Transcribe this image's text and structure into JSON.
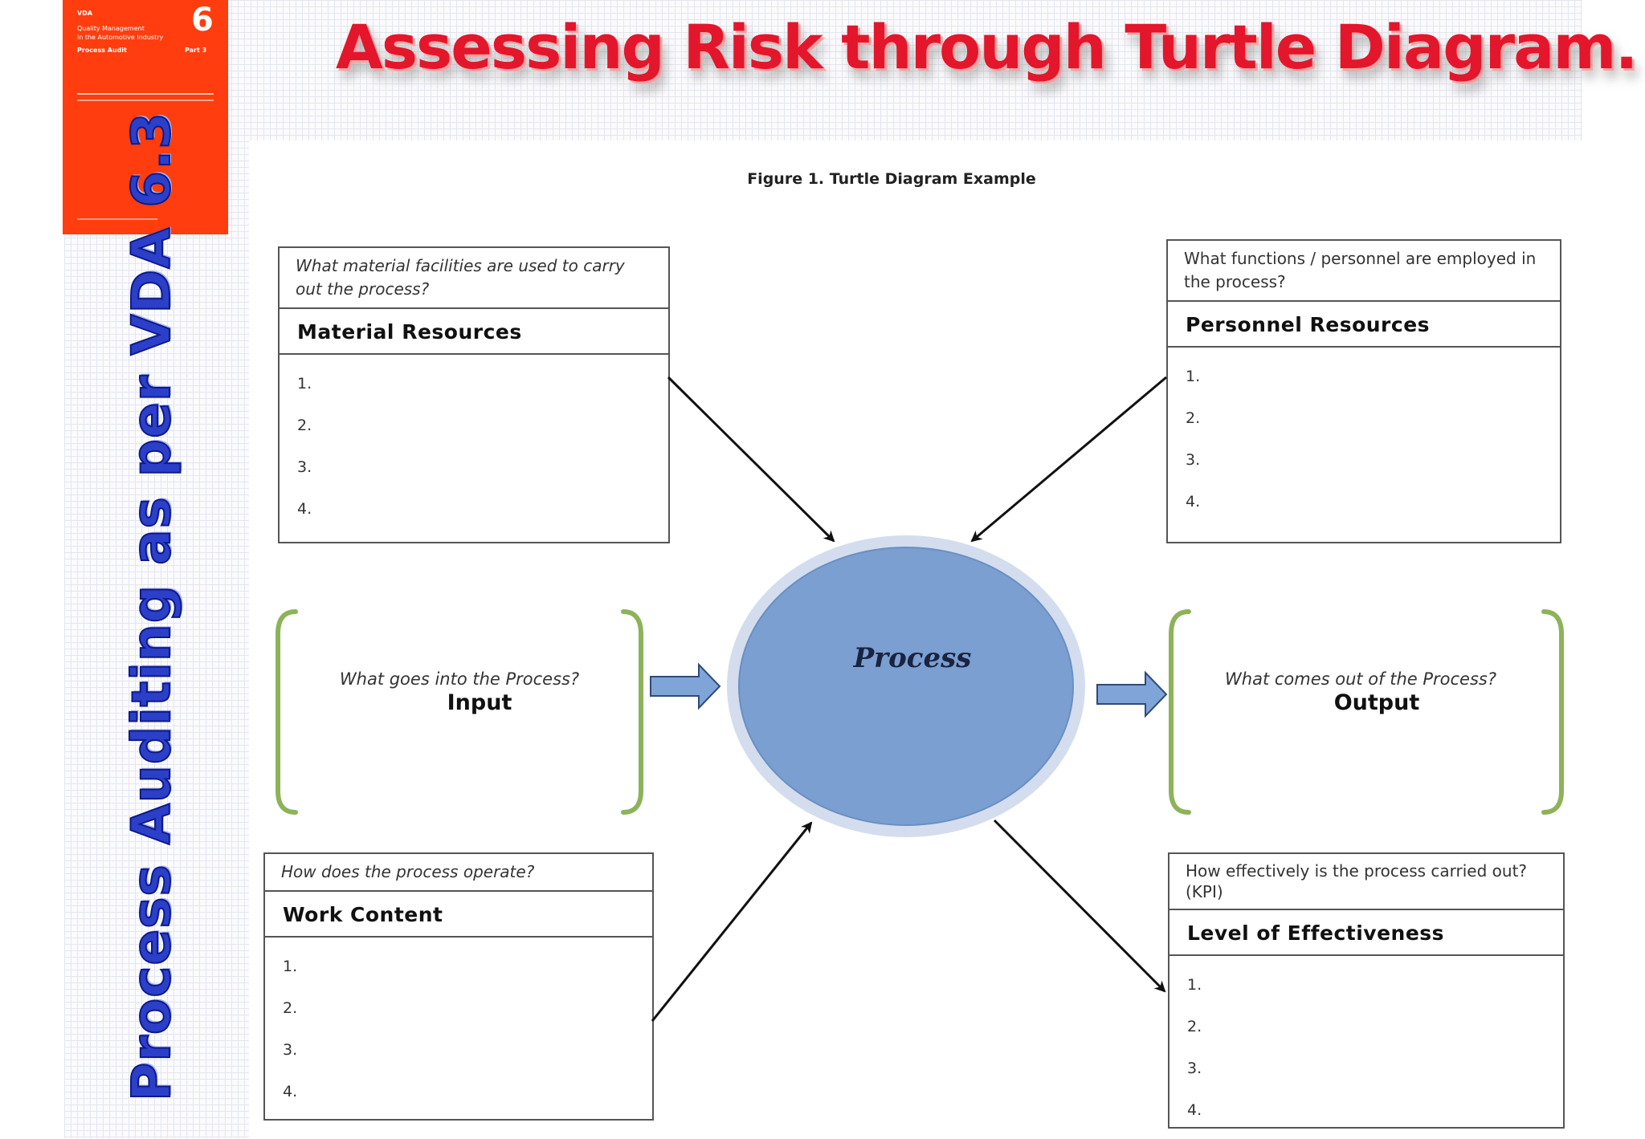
{
  "title": "Assessing Risk through Turtle Diagram.",
  "side_title": "Process Auditing as per  VDA 6.3",
  "cover": {
    "tag": "VDA",
    "number": "6",
    "title_line1": "Quality Management",
    "title_line2": "in the Automotive Industry",
    "subtitle": "Process Audit",
    "part": "Part 3"
  },
  "figure_caption": "Figure 1. Turtle Diagram Example",
  "center": {
    "label": "Process"
  },
  "material": {
    "question": "What material facilities are used to carry out the process?",
    "heading": "Material Resources",
    "items": [
      "1.",
      "2.",
      "3.",
      "4."
    ]
  },
  "personnel": {
    "question": "What functions / personnel are employed in the process?",
    "heading": "Personnel Resources",
    "items": [
      "1.",
      "2.",
      "3.",
      "4."
    ]
  },
  "input": {
    "question": "What goes into the Process?",
    "heading": "Input"
  },
  "output": {
    "question": "What comes out of  the Process?",
    "heading": "Output"
  },
  "work": {
    "question": "How does the process operate?",
    "heading": "Work Content",
    "items": [
      "1.",
      "2.",
      "3.",
      "4."
    ]
  },
  "effectiveness": {
    "question": "How effectively is the process carried out? (KPI)",
    "heading": "Level of Effectiveness",
    "items": [
      "1.",
      "2.",
      "3.",
      "4."
    ]
  },
  "colors": {
    "title_red": "#e3162b",
    "side_blue": "#2b3fc9",
    "cover_orange": "#ff3d0e",
    "process_fill": "#7a9fd0",
    "process_halo": "#d3ddee",
    "block_arrow": "#7fa5d8",
    "bracket_green": "#8db35a"
  },
  "icons": [
    "block-arrow-right-icon",
    "arrow-icon"
  ]
}
